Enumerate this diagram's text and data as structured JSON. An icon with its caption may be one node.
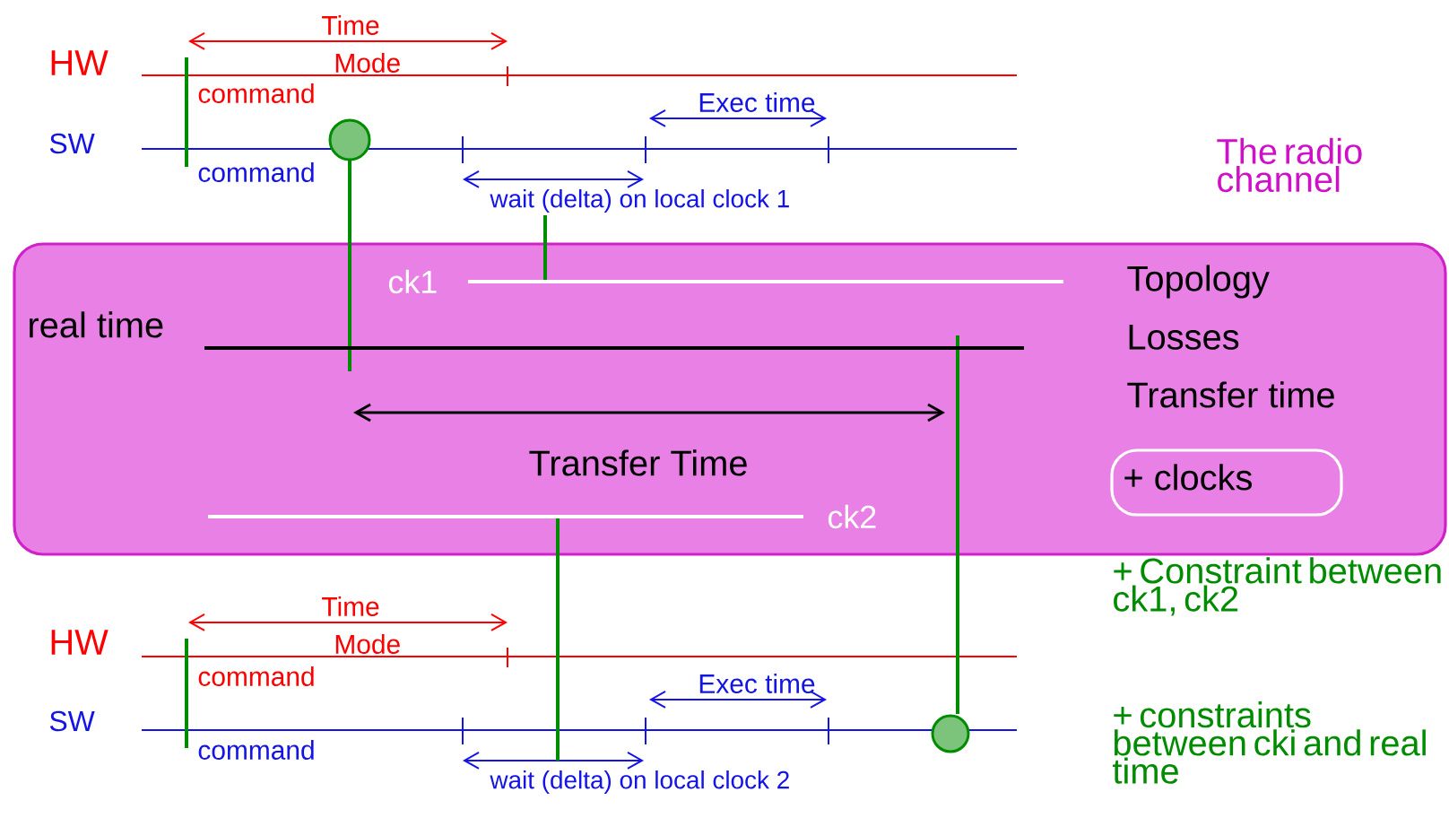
{
  "diagram": {
    "nodes": [
      {
        "text": [
          "Topology",
          "Losses",
          "Transfer time"
        ]
      },
      {
        "text": [
          "+ clocks"
        ],
        "in": 0
      }
    ],
    "labels": [
      "Time",
      "HW",
      "Mode",
      "command",
      "Exec time",
      "SW",
      "command",
      "wait (delta) on local clock 1",
      "The radio channel",
      "ck1",
      "real time",
      "Transfer Time",
      "ck2",
      "Time",
      "HW",
      "Mode",
      "command",
      "Exec time",
      "SW",
      "command",
      "wait (delta) on local clock 2",
      "+ Constraint between ck1, ck2",
      "+ constraints between cki and real time"
    ]
  }
}
